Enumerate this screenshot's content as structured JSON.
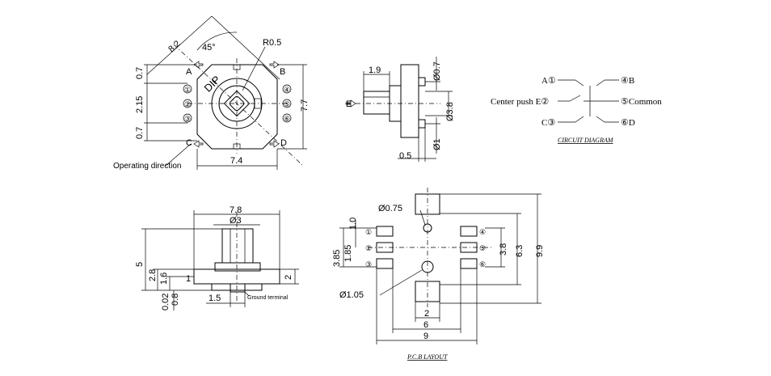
{
  "top_view": {
    "dims": {
      "diag": "8.2",
      "angle": "45°",
      "radius": "R0.5",
      "pitch_top": "0.7",
      "pitch_mid": "2.15",
      "pitch_bot": "0.7",
      "height": "7.7",
      "width": "7.4"
    },
    "corner_labels": {
      "a": "A",
      "b": "B",
      "c": "C",
      "d": "D"
    },
    "dip_label": "DIP",
    "operating_direction": "Operating direction",
    "pins_left": [
      "①",
      "②",
      "③"
    ],
    "pins_right": [
      "④",
      "⑤",
      "⑥"
    ]
  },
  "side_view": {
    "dims": {
      "shaft": "1.9",
      "top_dia": "Ø0.7",
      "body_dia": "Ø3.8",
      "bottom_dia": "Ø1",
      "base": "0.5"
    },
    "e_label": "E"
  },
  "circuit": {
    "left_labels": [
      "A①",
      "Center push E②",
      "C③"
    ],
    "right_labels": [
      "④B",
      "⑤Common",
      "⑥D"
    ],
    "caption": "CIRCUIT DIAGRAM"
  },
  "front_view": {
    "dims": {
      "width": "7.8",
      "shaft": "Ø3",
      "height": "5",
      "h2": "2.8",
      "h3": "1.6",
      "d1": "1",
      "d2": "0.02",
      "d3": "0.8",
      "t": "1.5",
      "right": "2"
    },
    "ground_terminal": "Ground terminal"
  },
  "pcb_layout": {
    "dims": {
      "small_hole": "Ø0.75",
      "big_hole": "Ø1.05",
      "v1": "1.0",
      "v2": "3.85",
      "v3": "1.85",
      "v4": "3.8",
      "v5": "6.3",
      "v6": "9.9",
      "h1": "2",
      "h2": "6",
      "h3": "9"
    },
    "pins_left": [
      "①",
      "②",
      "③"
    ],
    "pins_right": [
      "④",
      "⑤",
      "⑥"
    ],
    "caption": "P.C.B LAYOUT"
  }
}
